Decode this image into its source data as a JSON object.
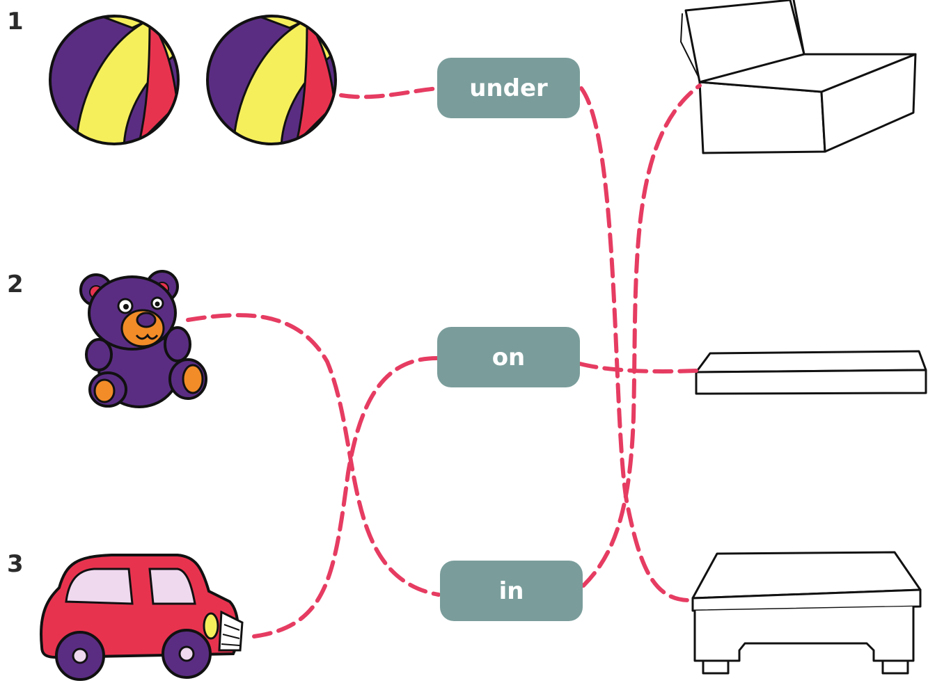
{
  "items": [
    {
      "number": "1",
      "toy": "balls"
    },
    {
      "number": "2",
      "toy": "teddy bear"
    },
    {
      "number": "3",
      "toy": "car"
    }
  ],
  "words": [
    "under",
    "on",
    "in"
  ],
  "objects": [
    "box",
    "shelf",
    "table"
  ],
  "colors": {
    "connector": "#e63c62",
    "pill": "#7a9d9b",
    "ball_purple": "#5a2d82",
    "ball_yellow": "#f6ef5c",
    "ball_red": "#e8334f",
    "bear_purple": "#5a2d82",
    "bear_orange": "#f28c28",
    "car_red": "#e8334f",
    "car_window": "#efd9ef"
  }
}
